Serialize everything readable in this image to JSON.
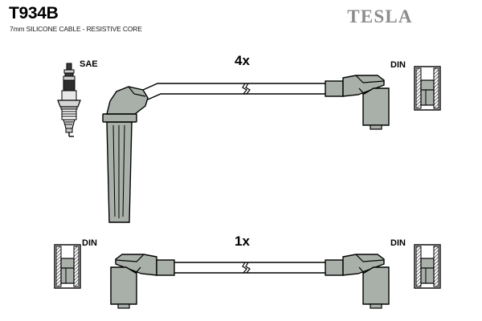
{
  "document": {
    "part_code": "T934B",
    "description": "7mm SILICONE CABLE - RESISTIVE CORE",
    "brand": "TESLA",
    "background_color": "#ffffff",
    "line_color": "#000000",
    "body_fill": "#a9b0a9",
    "brand_color": "#8c8c8c"
  },
  "assemblies": [
    {
      "id": "assembly-4x",
      "quantity_label": "4x",
      "left_terminal": "SAE",
      "right_terminal": "DIN",
      "cable_break": true
    },
    {
      "id": "assembly-1x",
      "quantity_label": "1x",
      "left_terminal": "DIN",
      "right_terminal": "DIN",
      "cable_break": true
    }
  ],
  "labels": {
    "sae_top": "SAE",
    "din_top_right": "DIN",
    "din_bottom_left": "DIN",
    "din_bottom_right": "DIN"
  }
}
